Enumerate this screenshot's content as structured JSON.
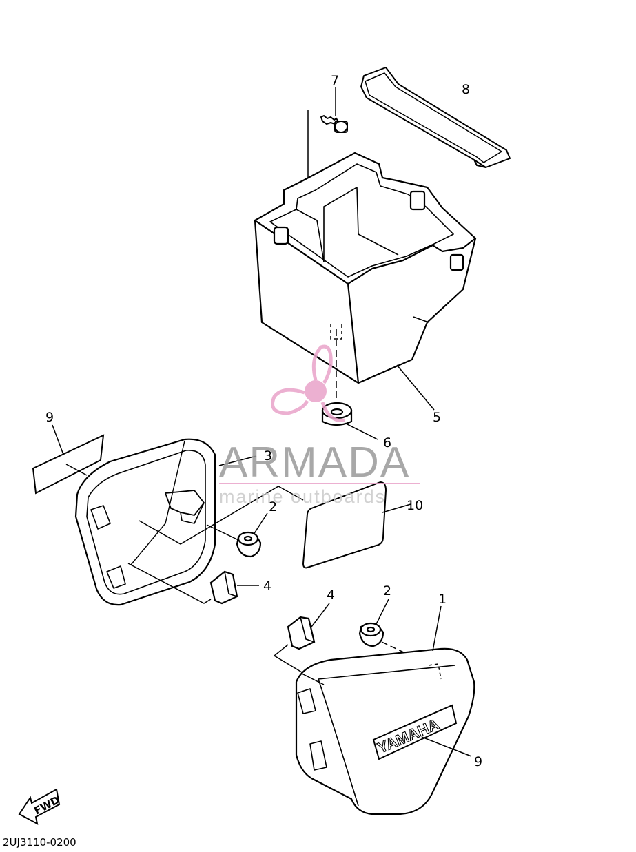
{
  "callouts": {
    "p1": "1",
    "p2_upper": "2",
    "p2_lower": "2",
    "p3": "3",
    "p4_upper": "4",
    "p4_lower": "4",
    "p5": "5",
    "p6": "6",
    "p7": "7",
    "p8": "8",
    "p9_upper": "9",
    "p9_lower": "9",
    "p10": "10"
  },
  "diagram_code": "2UJ3110-0200",
  "fwd_label": "FWD",
  "emblem_text": "YAMAHA",
  "watermark": {
    "title": "ARMADA",
    "subtitle": "marine outboards",
    "color": "#e9a3c9"
  },
  "line_color": "#000000"
}
